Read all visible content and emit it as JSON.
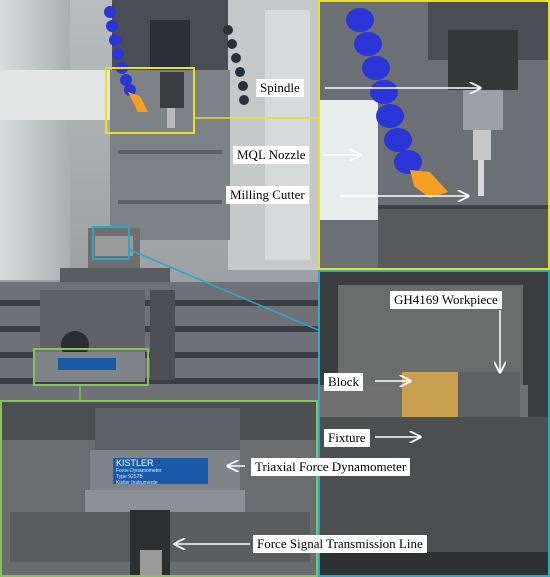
{
  "figure": {
    "labels": {
      "spindle": "Spindle",
      "mql_nozzle": "MQL Nozzle",
      "milling_cutter": "Milling Cutter",
      "workpiece": "GH4169 Workpiece",
      "block": "Block",
      "fixture": "Fixture",
      "dynamometer": "Triaxial Force Dynamometer",
      "signal_line": "Force Signal Transmission Line"
    },
    "plate_text": {
      "brand": "KISTLER",
      "line1": "Force Dynamometer",
      "line2": "Type 9257B",
      "line3": "Kistler Instrumente"
    },
    "colors": {
      "spindle_box": "#e8e020",
      "dynamometer_box": "#86c35a",
      "fixture_box": "#2aa8c8",
      "nozzle_blue": "#2a36d8",
      "nozzle_orange": "#f5a020",
      "workpiece_gold": "#c8a050",
      "plate_blue": "#1a5aa8"
    }
  }
}
